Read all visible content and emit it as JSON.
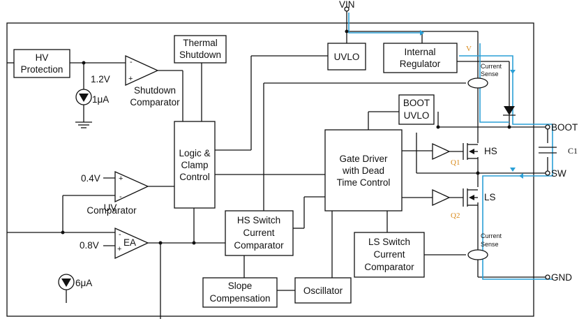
{
  "pins": {
    "vin": "VIN",
    "boot": "BOOT",
    "sw": "SW",
    "gnd": "GND"
  },
  "blocks": {
    "hv_protection": [
      "HV",
      "Protection"
    ],
    "thermal_shutdown": [
      "Thermal",
      "Shutdown"
    ],
    "uvlo": "UVLO",
    "internal_regulator": [
      "Internal",
      "Regulator"
    ],
    "boot_uvlo": [
      "BOOT",
      "UVLO"
    ],
    "logic_clamp": [
      "Logic &",
      "Clamp",
      "Control"
    ],
    "gate_driver": [
      "Gate Driver",
      "with Dead",
      "Time Control"
    ],
    "hs_switch_comparator": [
      "HS Switch",
      "Current",
      "Comparator"
    ],
    "ls_switch_comparator": [
      "LS Switch",
      "Current",
      "Comparator"
    ],
    "slope_compensation": [
      "Slope",
      "Compensation"
    ],
    "oscillator": "Oscillator"
  },
  "comparators": {
    "shutdown": {
      "label": [
        "Shutdown",
        "Comparator"
      ],
      "ref": "1.2V"
    },
    "uv": {
      "label": [
        "UV",
        "Comparator"
      ],
      "ref": "0.4V"
    },
    "ea": {
      "label": "EA",
      "ref": "0.8V"
    }
  },
  "sources": {
    "top": "1μA",
    "bottom": "6μA"
  },
  "transistors": {
    "hs": "HS",
    "ls": "LS",
    "q1": "Q1",
    "q2": "Q2"
  },
  "current_sense": {
    "top": [
      "Current",
      "Sense"
    ],
    "bottom": [
      "Current",
      "Sense"
    ]
  },
  "annotations": {
    "v": "V",
    "c1": "C1"
  },
  "colors": {
    "line": "#111111",
    "highlight": "#2a9fd6",
    "annotation": "#d98a1a"
  }
}
